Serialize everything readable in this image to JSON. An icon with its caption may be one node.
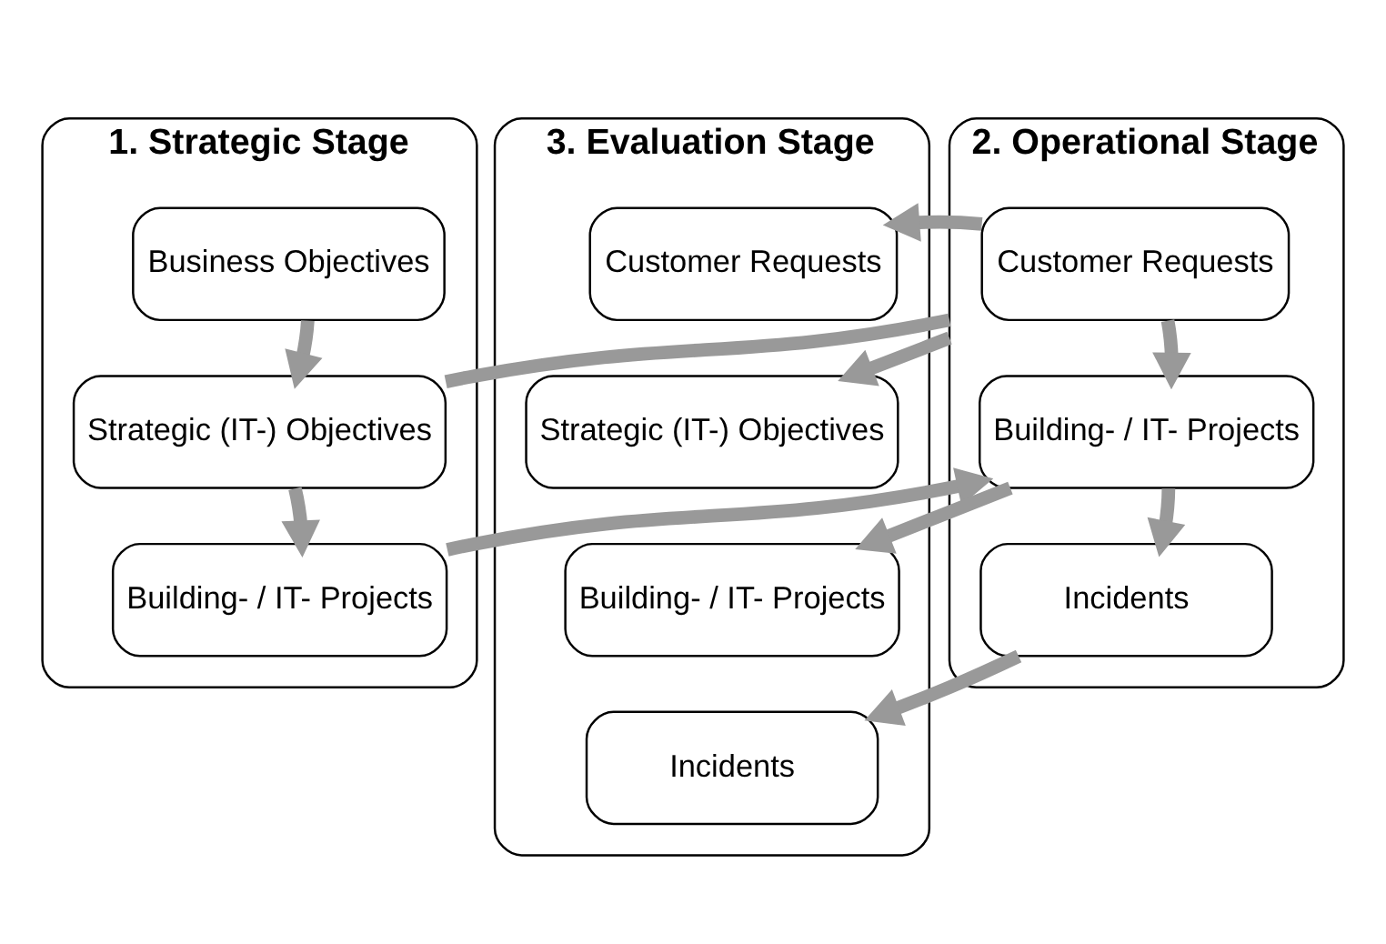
{
  "diagram": {
    "nodes": [
      {
        "text": [
          "1. Strategic Stage"
        ]
      },
      {
        "text": [
          "Business Objectives"
        ],
        "in": 0
      },
      {
        "text": [
          "Strategic (IT-) Objectives"
        ],
        "in": 0
      },
      {
        "text": [
          "Building- / IT- Projects"
        ],
        "in": 0
      },
      {
        "text": [
          "2. Operational Stage"
        ]
      },
      {
        "text": [
          "Customer Requests"
        ],
        "in": 4
      },
      {
        "text": [
          "Building- / IT- Projects"
        ],
        "in": 4
      },
      {
        "text": [
          "Incidents"
        ],
        "in": 4
      },
      {
        "text": [
          "3. Evaluation Stage"
        ]
      },
      {
        "text": [
          "Customer Requests"
        ],
        "in": 8
      },
      {
        "text": [
          "Strategic (IT-) Objectives"
        ],
        "in": 8
      },
      {
        "text": [
          "Building- / IT- Projects"
        ],
        "in": 8
      },
      {
        "text": [
          "Incidents"
        ],
        "in": 8
      }
    ],
    "edges": [
      {
        "from": 1,
        "to": 2,
        "arrow": "to"
      },
      {
        "from": 2,
        "to": 3,
        "arrow": "to"
      },
      {
        "from": 2,
        "to": 4,
        "arrow": "none"
      },
      {
        "from": 3,
        "to": 6,
        "arrow": "to"
      },
      {
        "from": 5,
        "to": 6,
        "arrow": "to"
      },
      {
        "from": 6,
        "to": 7,
        "arrow": "to"
      },
      {
        "from": 5,
        "to": 9,
        "arrow": "to"
      },
      {
        "from": 4,
        "to": 10,
        "arrow": "to"
      },
      {
        "from": 6,
        "to": 11,
        "arrow": "to"
      },
      {
        "from": 7,
        "to": 12,
        "arrow": "to"
      }
    ]
  }
}
